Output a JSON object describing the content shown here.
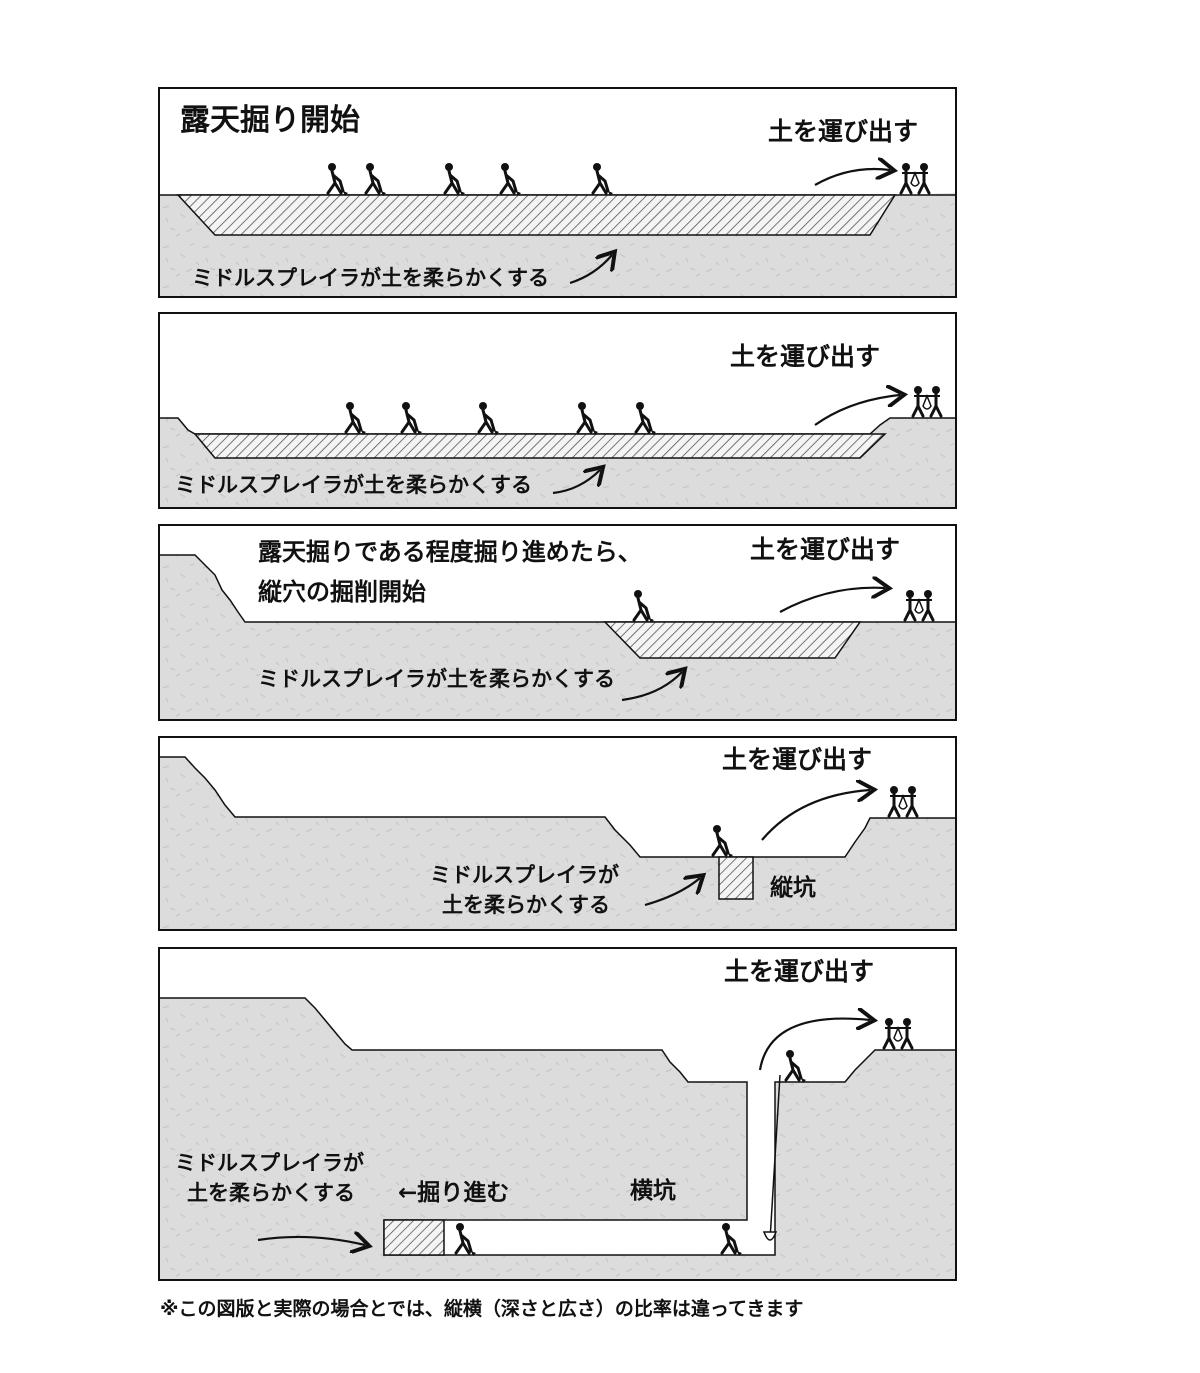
{
  "panels": [
    {
      "title": "露天掘り開始",
      "carry_label": "土を運び出す",
      "soften_label": "ミドルスプレイラが土を柔らかくする"
    },
    {
      "carry_label": "土を運び出す",
      "soften_label": "ミドルスプレイラが土を柔らかくする"
    },
    {
      "note_line1": "露天掘りである程度掘り進めたら、",
      "note_line2": "縦穴の掘削開始",
      "carry_label": "土を運び出す",
      "soften_label": "ミドルスプレイラが土を柔らかくする"
    },
    {
      "carry_label": "土を運び出す",
      "soften_line1": "ミドルスプレイラが",
      "soften_line2": "土を柔らかくする",
      "shaft_label": "縦坑"
    },
    {
      "carry_label": "土を運び出す",
      "soften_line1": "ミドルスプレイラが",
      "soften_line2": "土を柔らかくする",
      "dig_label": "←掘り進む",
      "tunnel_label": "横坑"
    }
  ],
  "footnote": "※この図版と実際の場合とでは、縦横（深さと広さ）の比率は違ってきます",
  "colors": {
    "ground": "#dcdcdc",
    "outline": "#111111",
    "hatch": "#555555",
    "sky": "#ffffff"
  }
}
